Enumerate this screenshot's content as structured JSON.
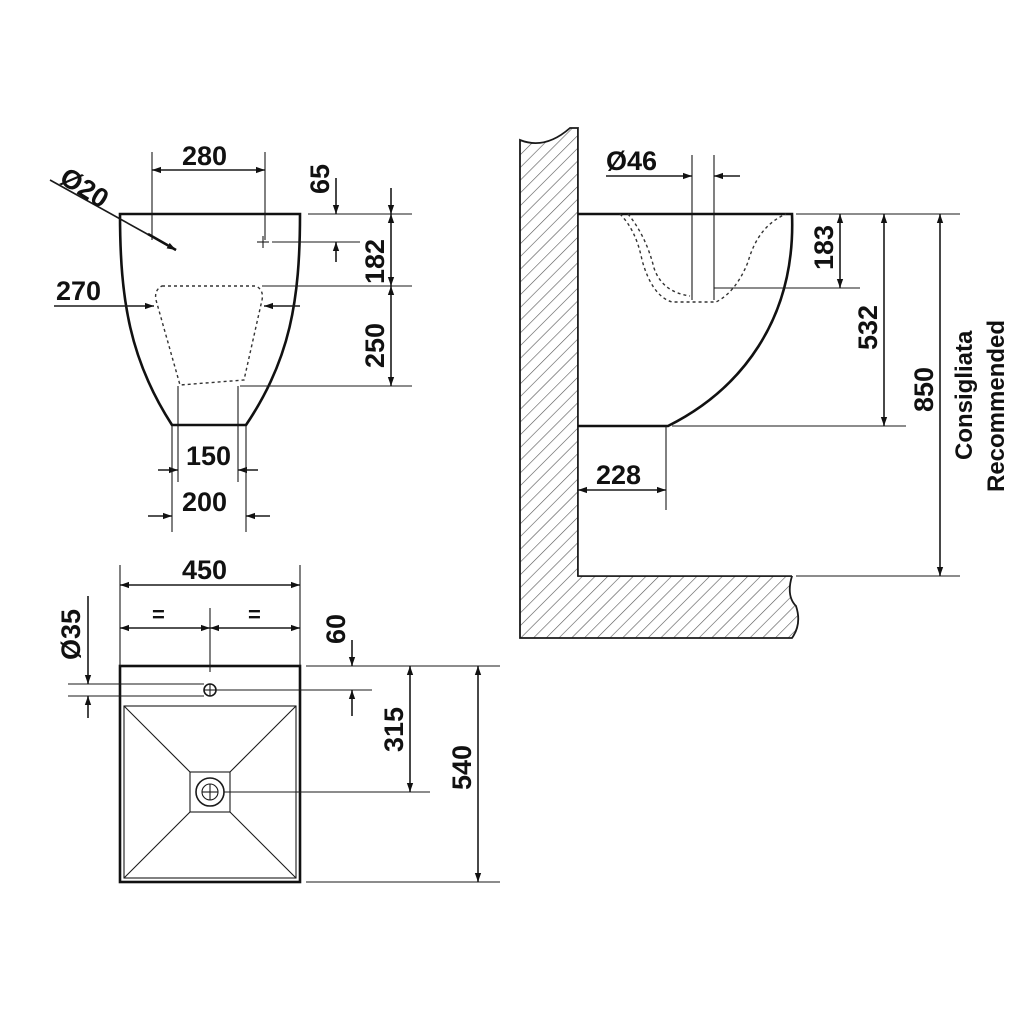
{
  "front_view": {
    "width_top": "280",
    "hole_diameter": "Ø20",
    "offset_65": "65",
    "height_182": "182",
    "width_270": "270",
    "height_250": "250",
    "width_150": "150",
    "width_200": "200"
  },
  "top_view": {
    "width_450": "450",
    "equal_left": "=",
    "equal_right": "=",
    "hole_diameter": "Ø35",
    "offset_60": "60",
    "depth_315": "315",
    "depth_540": "540"
  },
  "side_view": {
    "pipe_diameter": "Ø46",
    "height_183": "183",
    "height_532": "532",
    "height_850": "850",
    "recommended_it": "Consigliata",
    "recommended_en": "Recommended",
    "depth_228": "228"
  }
}
